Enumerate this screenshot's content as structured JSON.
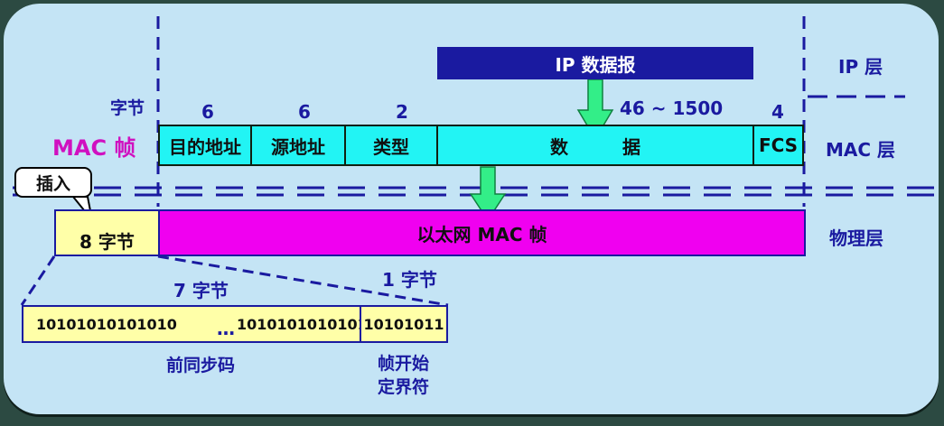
{
  "layers": {
    "ip": "IP 层",
    "mac": "MAC 层",
    "physical": "物理层"
  },
  "ip_datagram": {
    "label": "IP 数据报"
  },
  "mac_frame": {
    "title": "MAC 帧",
    "byte_label": "字节",
    "fields": [
      {
        "size": "6",
        "label": "目的地址"
      },
      {
        "size": "6",
        "label": "源地址"
      },
      {
        "size": "2",
        "label": "类型"
      },
      {
        "size": "46 ~ 1500",
        "label": "数　　　据"
      },
      {
        "size": "4",
        "label": "FCS"
      }
    ]
  },
  "physical_frame": {
    "insert_label": "插入",
    "preamble_size": "8 字节",
    "frame_label": "以太网 MAC 帧"
  },
  "preamble_detail": {
    "sync_size": "7 字节",
    "sfd_size": "1 字节",
    "sync_bits_left": "10101010101010",
    "ellipsis": "…",
    "sync_bits_right": "10101010101010",
    "sfd_bits": "10101011",
    "sync_label": "前同步码",
    "sfd_label_line1": "帧开始",
    "sfd_label_line2": "定界符"
  },
  "colors": {
    "background": "#2c4a42",
    "panel": "#c4e4f5",
    "ip_box": "#1a1aa0",
    "mac_field": "#22f4f4",
    "physical_frame": "#f000f0",
    "preamble": "#ffffa8",
    "arrow": "#33ee88",
    "magenta_text": "#d010c0",
    "label_text": "#1a1aa0"
  }
}
